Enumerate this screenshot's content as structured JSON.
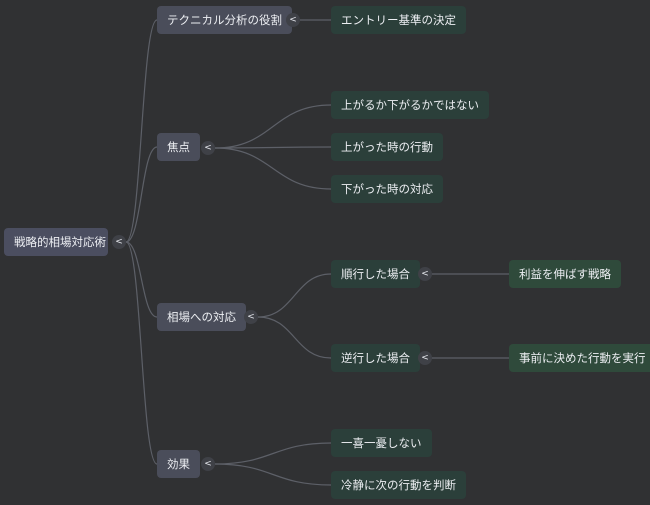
{
  "mindmap": {
    "root": {
      "label": "戦略的相場対応術"
    },
    "branches": [
      {
        "label": "テクニカル分析の役割",
        "children": [
          {
            "label": "エントリー基準の決定"
          }
        ]
      },
      {
        "label": "焦点",
        "children": [
          {
            "label": "上がるか下がるかではない"
          },
          {
            "label": "上がった時の行動"
          },
          {
            "label": "下がった時の対応"
          }
        ]
      },
      {
        "label": "相場への対応",
        "children": [
          {
            "label": "順行した場合",
            "children": [
              {
                "label": "利益を伸ばす戦略"
              }
            ]
          },
          {
            "label": "逆行した場合",
            "children": [
              {
                "label": "事前に決めた行動を実行"
              }
            ]
          }
        ]
      },
      {
        "label": "効果",
        "children": [
          {
            "label": "一喜一憂しない"
          },
          {
            "label": "冷静に次の行動を判断"
          }
        ]
      }
    ],
    "toggle_symbol": "<"
  },
  "colors": {
    "background": "#303133",
    "root_fill": "#4b4e60",
    "branch_fill": "#4a4d5a",
    "leaf_fill": "#2b3f3a",
    "leaf_deep_fill": "#2f4a3b",
    "edge": "#5d6068"
  }
}
